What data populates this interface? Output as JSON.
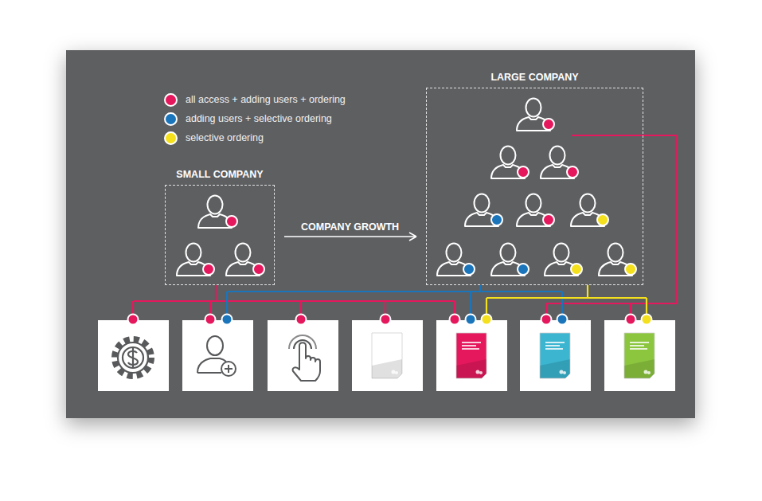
{
  "diagram": {
    "nodes": [
      {
        "text": [
          "SMALL COMPANY"
        ]
      },
      {
        "text": [
          "LARGE COMPANY"
        ]
      }
    ],
    "edges": [
      {
        "from": 0,
        "to": 1,
        "arrow": "to",
        "label": "COMPANY GROWTH"
      }
    ],
    "legend": [
      {
        "text": "all access + adding users + ordering",
        "color": "#e5185d"
      },
      {
        "text": "adding users + selective ordering",
        "color": "#1b75bb"
      },
      {
        "text": "selective ordering",
        "color": "#f4e01c"
      }
    ]
  }
}
